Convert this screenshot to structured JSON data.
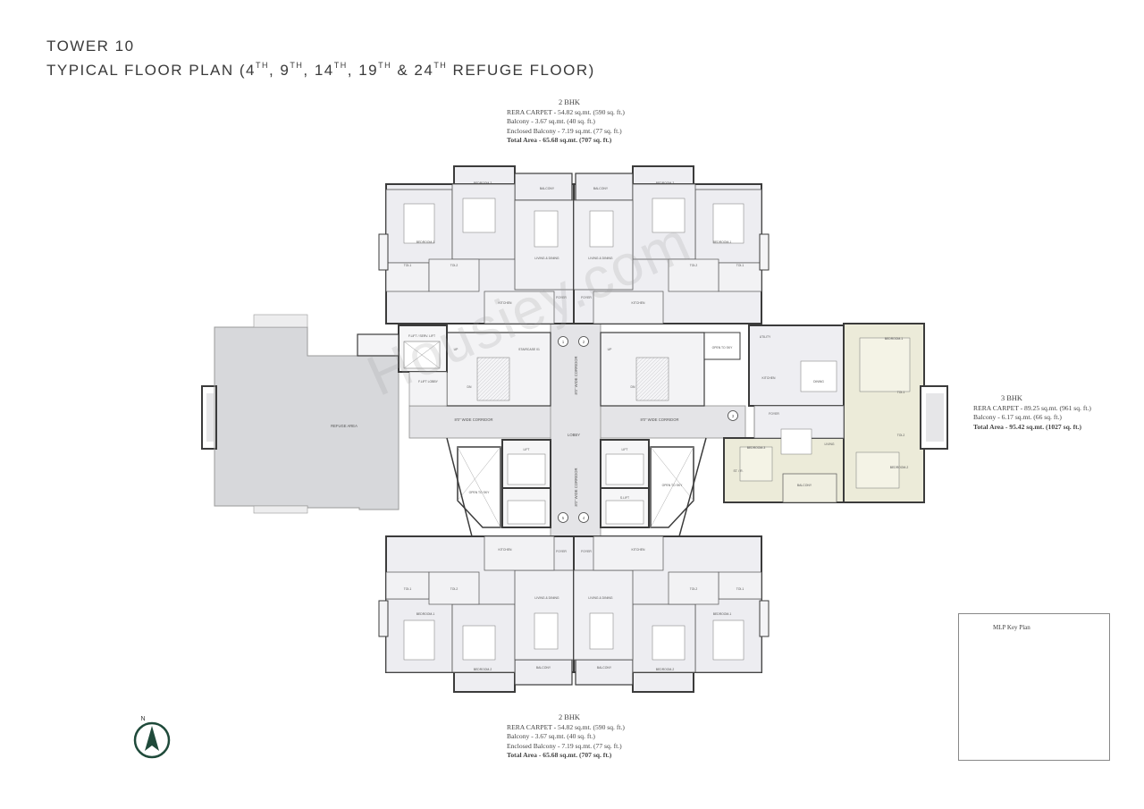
{
  "heading": {
    "tower": "TOWER 10",
    "plan_prefix": "TYPICAL FLOOR PLAN (4",
    "f1": "TH",
    "s1": ", 9",
    "f2": "TH",
    "s2": ", 14",
    "f3": "TH",
    "s3": ", 19",
    "f4": "TH",
    "s4": " & 24",
    "f5": "TH",
    "plan_suffix": " REFUGE FLOOR)"
  },
  "unit_top": {
    "type": "2 BHK",
    "rera": "RERA CARPET - 54.82 sq.mt. (590 sq. ft.)",
    "balcony": "Balcony  - 3.67 sq.mt. (40 sq. ft.)",
    "enclosed": "Enclosed Balcony  - 7.19 sq.mt. (77 sq. ft.)",
    "total": "Total Area - 65.68 sq.mt. (707 sq. ft.)"
  },
  "unit_bottom": {
    "type": "2 BHK",
    "rera": "RERA CARPET - 54.82 sq.mt. (590 sq. ft.)",
    "balcony": "Balcony  - 3.67 sq.mt. (40 sq. ft.)",
    "enclosed": "Enclosed Balcony  - 7.19 sq.mt. (77 sq. ft.)",
    "total": "Total Area - 65.68 sq.mt. (707 sq. ft.)"
  },
  "unit_right": {
    "type": "3 BHK",
    "rera": "RERA CARPET - 89.25 sq.mt. (961 sq. ft.)",
    "balcony": "Balcony  - 6.17 sq.mt. (66 sq. ft.)",
    "total": "Total Area - 95.42 sq.mt. (1027 sq. ft.)"
  },
  "plan": {
    "refuge_area": "REFUGE AREA",
    "corridor_left": "8'0\" WIDE CORRIDOR",
    "corridor_right": "8'0\" WIDE CORRIDOR",
    "corridor_vertical_top": "8'0\" WIDE CORRIDOR",
    "corridor_vertical_bottom": "8'0\" WIDE CORRIDOR",
    "lobby": "LOBBY",
    "staircase": "STAIRCASE 01",
    "fire_lift": "F.LIFT / SERV. LIFT",
    "lift_lobby": "F.LIFT LOBBY",
    "lift": "LIFT",
    "slift": "S.LIFT",
    "open_to_sky": "OPEN TO SKY",
    "up": "UP",
    "dn": "DN",
    "numbers": [
      "1",
      "2",
      "3",
      "4",
      "5"
    ],
    "rooms": {
      "bedroom1": "BEDROOM-1",
      "bedroom2": "BEDROOM-2",
      "bedroom3": "BEDROOM-3",
      "balcony": "BALCONY",
      "living_dining": "LIVING & DINING",
      "kitchen": "KITCHEN",
      "foyer": "FOYER",
      "toilet1": "TOI-1",
      "toilet2": "TOI-2",
      "toilet3": "TOI-3",
      "utility": "UTILITY",
      "dining": "DINING",
      "living": "LIVING",
      "store": "ST. / R."
    }
  },
  "watermark": "Housiey.com",
  "key_plan": {
    "label": "MLP Key Plan"
  },
  "compass": {
    "north": "N"
  },
  "colors": {
    "wall": "#3b3b3b",
    "room_fill": "#eeeef2",
    "refuge_fill": "#d7d8db",
    "unit3_fill": "#ecebd9",
    "corridor_fill": "#e8e8ea"
  }
}
